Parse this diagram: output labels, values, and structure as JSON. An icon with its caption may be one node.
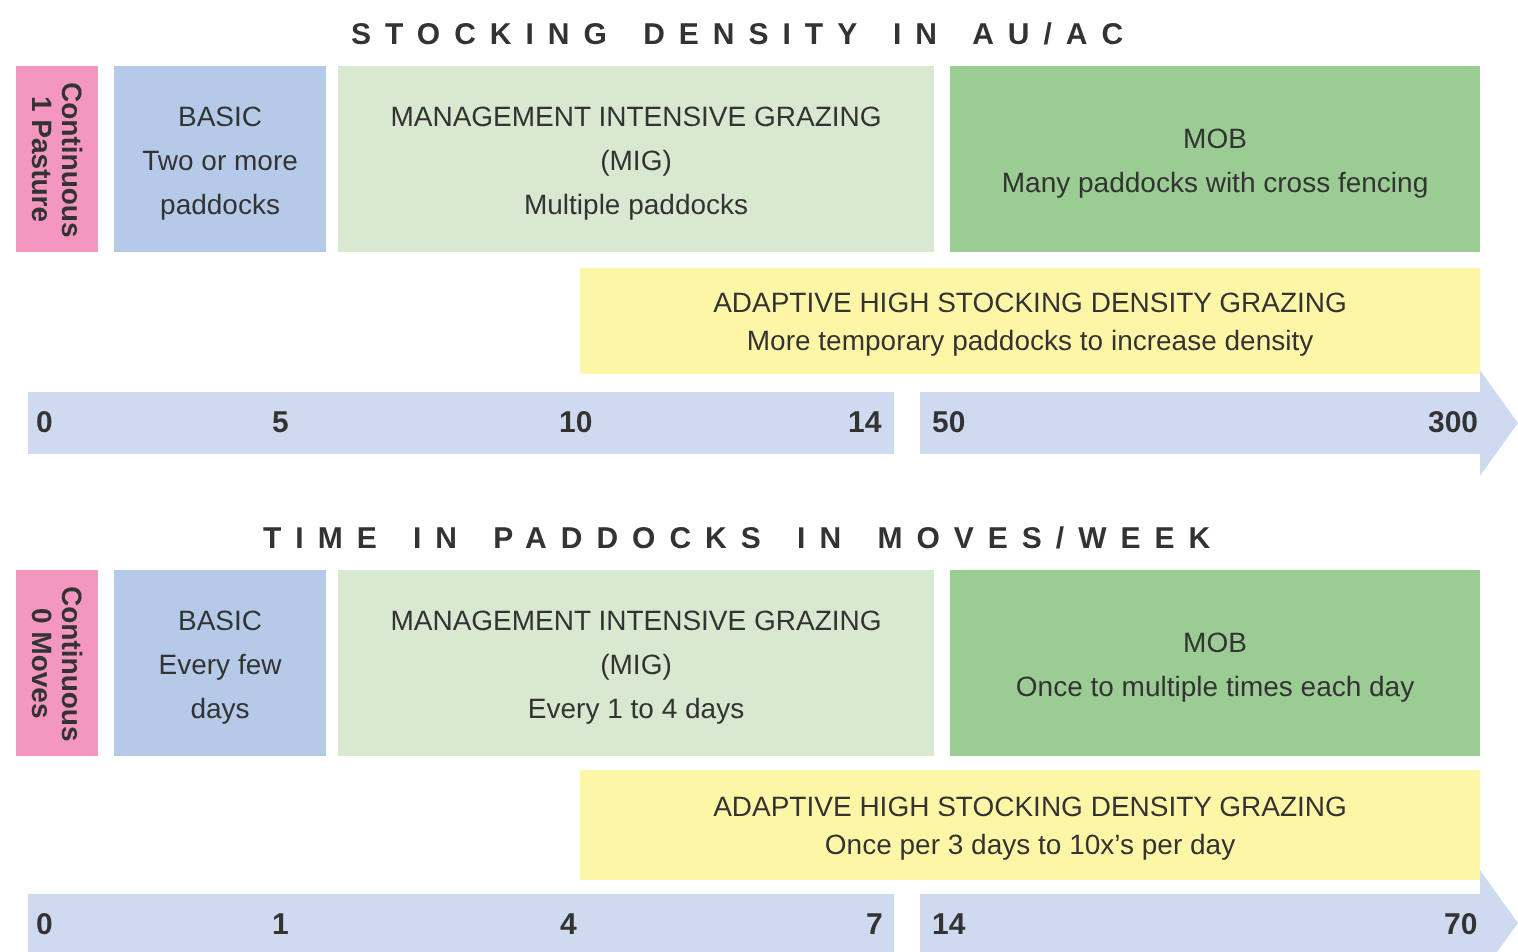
{
  "diagram": {
    "nodes": [
      {
        "text": [
          "Continuous 1 Pasture"
        ]
      },
      {
        "text": [
          "BASIC",
          "Two or more paddocks"
        ]
      },
      {
        "text": [
          "MANAGEMENT INTENSIVE GRAZING",
          "(MIG)",
          "Multiple paddocks"
        ]
      },
      {
        "text": [
          "MOB",
          "Many paddocks with cross fencing"
        ]
      },
      {
        "text": [
          "ADAPTIVE HIGH STOCKING DENSITY GRAZING",
          "More temporary paddocks to increase density"
        ]
      },
      {
        "text": [
          "Continuous 0 Moves"
        ]
      },
      {
        "text": [
          "BASIC",
          "Every few days"
        ]
      },
      {
        "text": [
          "MANAGEMENT INTENSIVE GRAZING",
          "(MIG)",
          "Every 1 to 4 days"
        ]
      },
      {
        "text": [
          "MOB",
          "Once to multiple times each day"
        ]
      },
      {
        "text": [
          "ADAPTIVE HIGH STOCKING DENSITY GRAZING",
          "Once per 3 days to 10x’s per day"
        ]
      }
    ],
    "labels": [
      "STOCKING DENSITY IN AU/AC",
      "0",
      "5",
      "10",
      "14",
      "50",
      "300",
      "TIME IN PADDOCKS IN MOVES/WEEK",
      "0",
      "1",
      "4",
      "7",
      "14",
      "70"
    ]
  }
}
